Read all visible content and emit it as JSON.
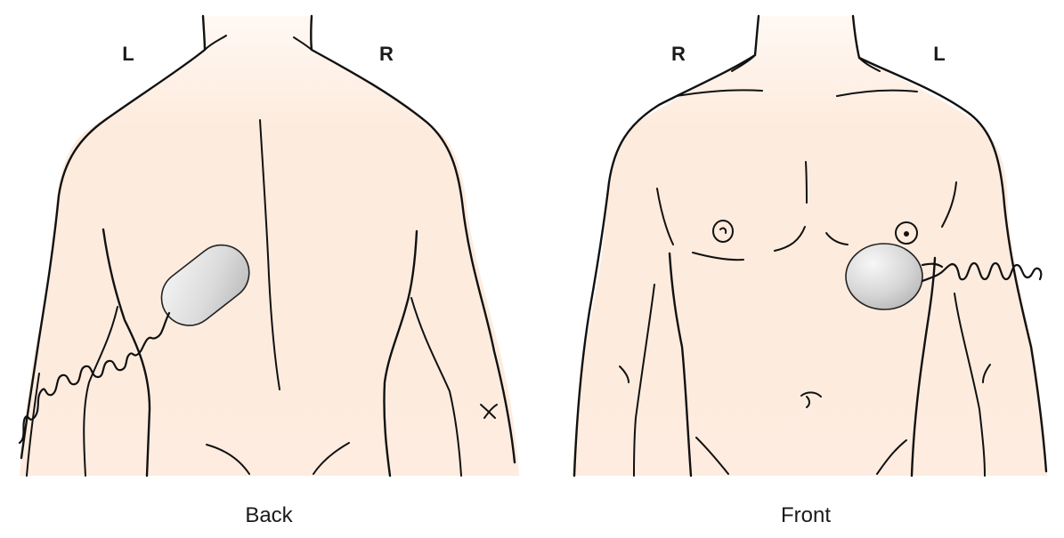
{
  "back_view": {
    "caption": "Back",
    "left_marker": "L",
    "right_marker": "R"
  },
  "front_view": {
    "caption": "Front",
    "left_marker": "R",
    "right_marker": "L"
  },
  "colors": {
    "skin": "#fdebdd",
    "skin_fade": "#fff8f3",
    "outline": "#111111",
    "device_light": "#f4f4f4",
    "device_dark": "#bdbdbd"
  }
}
